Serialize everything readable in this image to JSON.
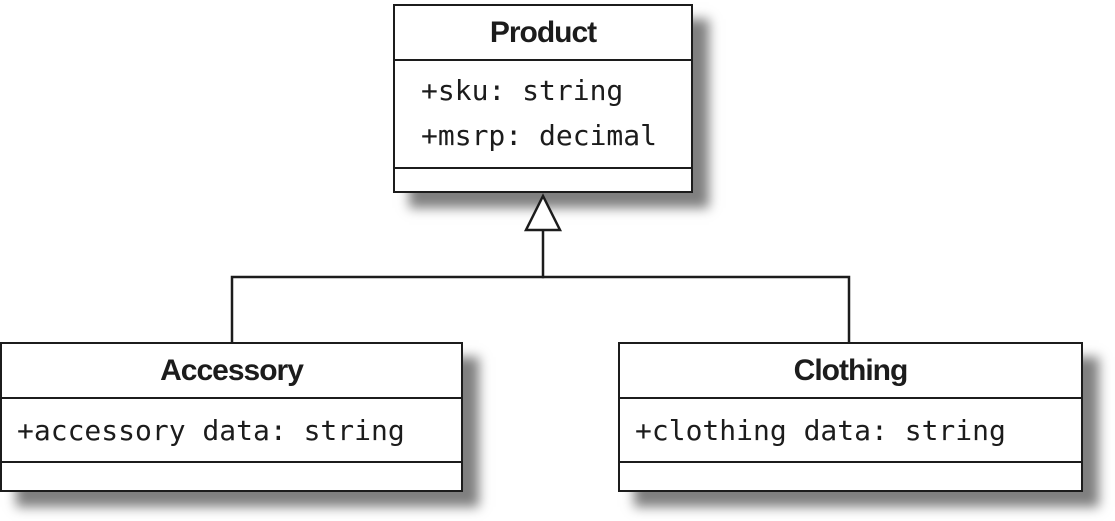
{
  "diagram": {
    "type": "uml-class-diagram",
    "classes": [
      {
        "name": "Product",
        "attributes": [
          "+sku: string",
          "+msrp: decimal"
        ],
        "methods": []
      },
      {
        "name": "Accessory",
        "attributes": [
          "+accessory data: string"
        ],
        "methods": []
      },
      {
        "name": "Clothing",
        "attributes": [
          "+clothing data: string"
        ],
        "methods": []
      }
    ],
    "relationships": [
      {
        "type": "generalization",
        "from": "Accessory",
        "to": "Product",
        "marker": "hollow-triangle"
      },
      {
        "type": "generalization",
        "from": "Clothing",
        "to": "Product",
        "marker": "hollow-triangle"
      }
    ],
    "colors": {
      "line": "#1c1c1c",
      "box_fill": "#ffffff",
      "background": "#ffffff",
      "shadow": "#8a8a8a"
    }
  }
}
